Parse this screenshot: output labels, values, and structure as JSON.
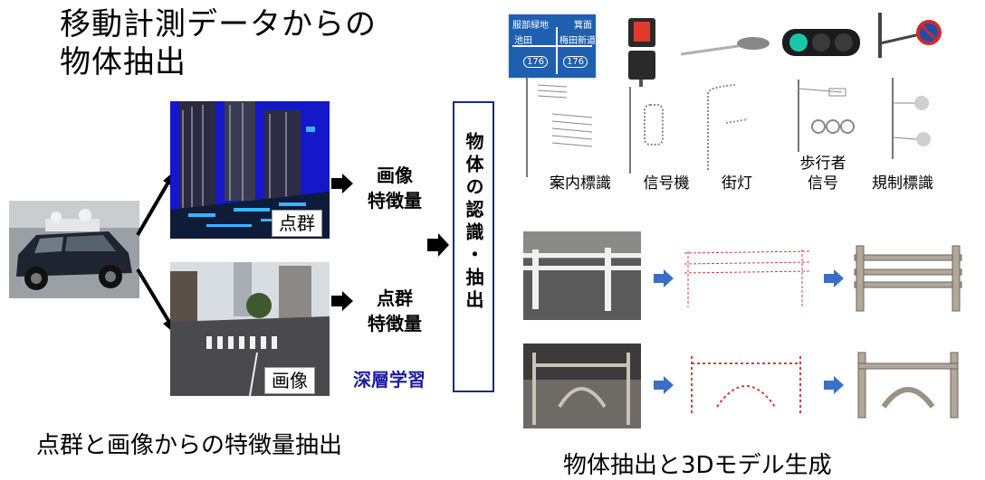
{
  "title": {
    "line1": "移動計測データからの",
    "line2": "物体抽出"
  },
  "left": {
    "pointcloud_caption": "点群",
    "image_caption": "画像",
    "feature_top": [
      "画像",
      "特徴量"
    ],
    "feature_bottom": [
      "点群",
      "特徴量"
    ],
    "deep_learning": "深層学習",
    "bottom_caption": "点群と画像からの特徴量抽出"
  },
  "center": {
    "recognition_text": "物体の認識・抽出"
  },
  "right": {
    "objects": [
      {
        "label": [
          "案内標識"
        ]
      },
      {
        "label": [
          "信号機"
        ]
      },
      {
        "label": [
          "街灯"
        ]
      },
      {
        "label": [
          "歩行者",
          "信号"
        ]
      },
      {
        "label": [
          "規制標識"
        ]
      }
    ],
    "sign": {
      "top_left": "服部緑地",
      "top_right": "箕面",
      "mid_left": "池田",
      "mid_right": "梅田新道",
      "route_left": "176",
      "route_right": "176"
    },
    "bottom_caption": "物体抽出と3Dモデル生成"
  },
  "colors": {
    "box_border": "#1a2a88",
    "deep_learning": "#1c1c9e",
    "flow_arrow": "#3a6fc4",
    "sign_blue": "#1f5fb0",
    "red_points": "#d04040"
  }
}
